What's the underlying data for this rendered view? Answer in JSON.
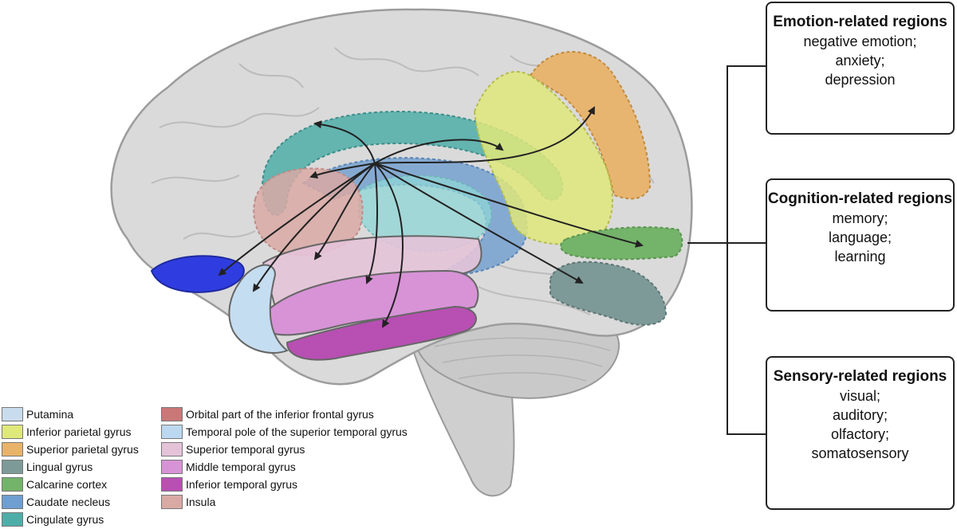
{
  "boxes": [
    {
      "title": "Emotion-related regions",
      "items": [
        "negative emotion;",
        "anxiety;",
        "depression"
      ]
    },
    {
      "title": "Cognition-related regions",
      "items": [
        "memory;",
        "language;",
        "learning"
      ]
    },
    {
      "title": "Sensory-related regions",
      "items": [
        "visual;",
        "auditory;",
        "olfactory;",
        "somatosensory"
      ]
    }
  ],
  "legend": {
    "col1": [
      {
        "label": "Putamina",
        "color": "#c9dced"
      },
      {
        "label": "Inferior parietal gyrus",
        "color": "#dfe87a"
      },
      {
        "label": "Superior parietal gyrus",
        "color": "#e8b36a"
      },
      {
        "label": "Lingual gyrus",
        "color": "#7d9a98"
      },
      {
        "label": "Calcarine cortex",
        "color": "#74b36a"
      },
      {
        "label": "Caudate necleus",
        "color": "#6f9ed0"
      },
      {
        "label": "Cingulate gyrus",
        "color": "#4fada8"
      }
    ],
    "col2": [
      {
        "label": "Orbital part of the inferior frontal gyrus",
        "color": "#c97878"
      },
      {
        "label": "Temporal pole of the superior temporal gyrus",
        "color": "#bcd8f0"
      },
      {
        "label": "Superior temporal gyrus",
        "color": "#e4c3d8"
      },
      {
        "label": "Middle temporal gyrus",
        "color": "#d793d6"
      },
      {
        "label": "Inferior temporal gyrus",
        "color": "#b84fb3"
      },
      {
        "label": "Insula",
        "color": "#d9a9a4"
      }
    ]
  },
  "region_colors": {
    "brain": "#d9d9d9",
    "orbital_frontal": "#2f3de0",
    "temporal_pole": "#c5ddf0",
    "superior_temporal": "#e4c3d8",
    "middle_temporal": "#d793d6",
    "inferior_temporal": "#b84fb3",
    "cingulate": "#4fada8",
    "caudate": "#6f9ed0",
    "insula": "#d9a9a4",
    "putamen": "#8fd6d6",
    "inferior_parietal": "#dfe87a",
    "superior_parietal": "#e8b36a",
    "calcarine": "#74b36a",
    "lingual": "#7d9a98"
  }
}
